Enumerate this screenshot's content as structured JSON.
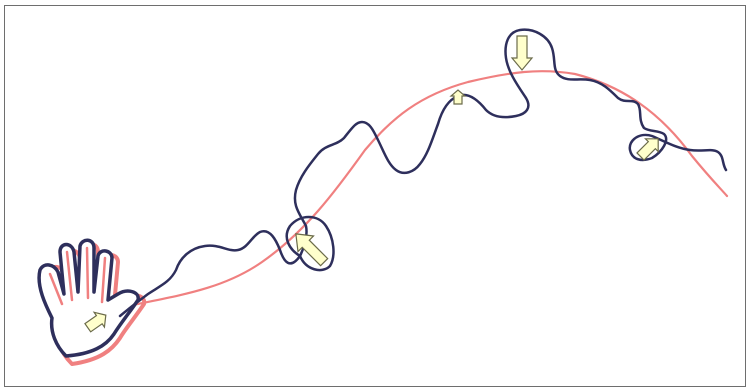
{
  "diagram": {
    "colors": {
      "background": "#ffffff",
      "frame": "#6e6e6e",
      "smooth_path": "#f08080",
      "hand_shadow": "#f08080",
      "freehand_path": "#2e2f5c",
      "arrow_fill": "#ffffcc",
      "arrow_stroke": "#6b6b4a"
    },
    "elements": {
      "hand": "hand-icon",
      "smooth_curve": "smooth-gesture-path",
      "freehand_curve": "freehand-gesture-path",
      "arrows": [
        "arrow-start",
        "arrow-up-left",
        "arrow-small-top",
        "arrow-down",
        "arrow-up-right"
      ]
    }
  }
}
